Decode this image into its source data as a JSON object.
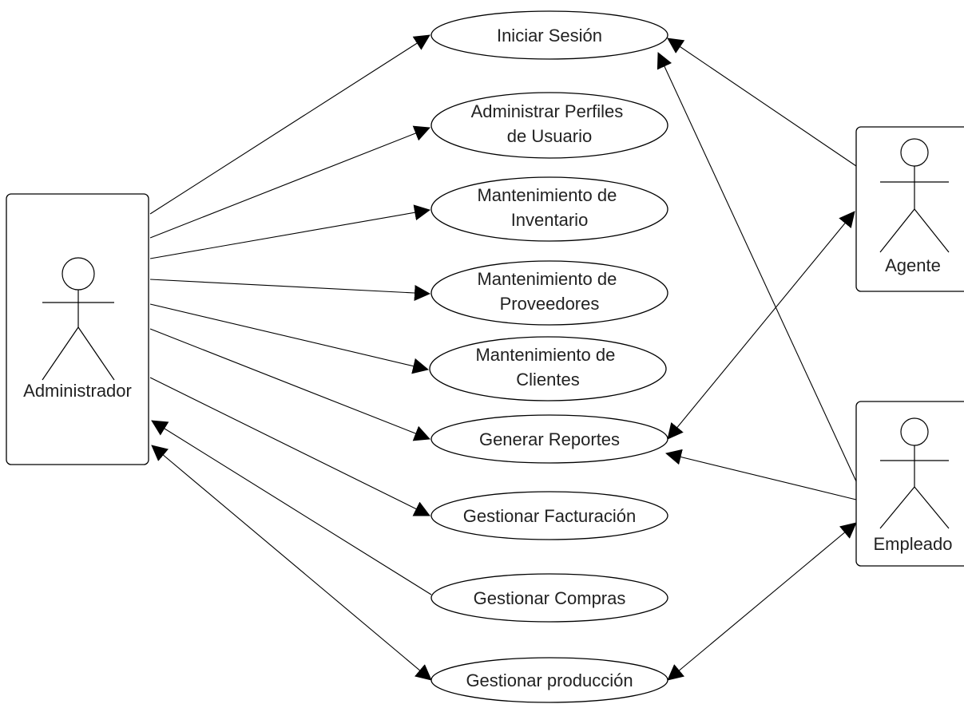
{
  "diagram": {
    "actors": [
      {
        "id": "administrador",
        "label": "Administrador"
      },
      {
        "id": "agente",
        "label": "Agente"
      },
      {
        "id": "empleado",
        "label": "Empleado"
      }
    ],
    "use_cases": [
      {
        "id": "iniciar-sesion",
        "lines": [
          "Iniciar Sesión"
        ]
      },
      {
        "id": "administrar-perfiles",
        "lines": [
          "Administrar Perfiles",
          "de Usuario"
        ]
      },
      {
        "id": "mant-inventario",
        "lines": [
          "Mantenimiento de",
          "Inventario"
        ]
      },
      {
        "id": "mant-proveedores",
        "lines": [
          "Mantenimiento de",
          "Proveedores"
        ]
      },
      {
        "id": "mant-clientes",
        "lines": [
          "Mantenimiento de",
          "Clientes"
        ]
      },
      {
        "id": "generar-reportes",
        "lines": [
          "Generar Reportes"
        ]
      },
      {
        "id": "gestionar-facturacion",
        "lines": [
          "Gestionar Facturación"
        ]
      },
      {
        "id": "gestionar-compras",
        "lines": [
          "Gestionar Compras"
        ]
      },
      {
        "id": "gestionar-produccion",
        "lines": [
          "Gestionar producción"
        ]
      }
    ],
    "relationships": [
      {
        "from": "administrador",
        "to": "iniciar-sesion",
        "arrow": "end"
      },
      {
        "from": "administrador",
        "to": "administrar-perfiles",
        "arrow": "end"
      },
      {
        "from": "administrador",
        "to": "mant-inventario",
        "arrow": "end"
      },
      {
        "from": "administrador",
        "to": "mant-proveedores",
        "arrow": "end"
      },
      {
        "from": "administrador",
        "to": "mant-clientes",
        "arrow": "end"
      },
      {
        "from": "administrador",
        "to": "generar-reportes",
        "arrow": "end"
      },
      {
        "from": "administrador",
        "to": "gestionar-facturacion",
        "arrow": "end"
      },
      {
        "from": "gestionar-compras",
        "to": "administrador",
        "arrow": "end"
      },
      {
        "from": "administrador",
        "to": "gestionar-produccion",
        "arrow": "both"
      },
      {
        "from": "agente",
        "to": "iniciar-sesion",
        "arrow": "end"
      },
      {
        "from": "agente",
        "to": "generar-reportes",
        "arrow": "both"
      },
      {
        "from": "empleado",
        "to": "iniciar-sesion",
        "arrow": "end"
      },
      {
        "from": "empleado",
        "to": "generar-reportes",
        "arrow": "end"
      },
      {
        "from": "empleado",
        "to": "gestionar-produccion",
        "arrow": "both"
      }
    ]
  }
}
